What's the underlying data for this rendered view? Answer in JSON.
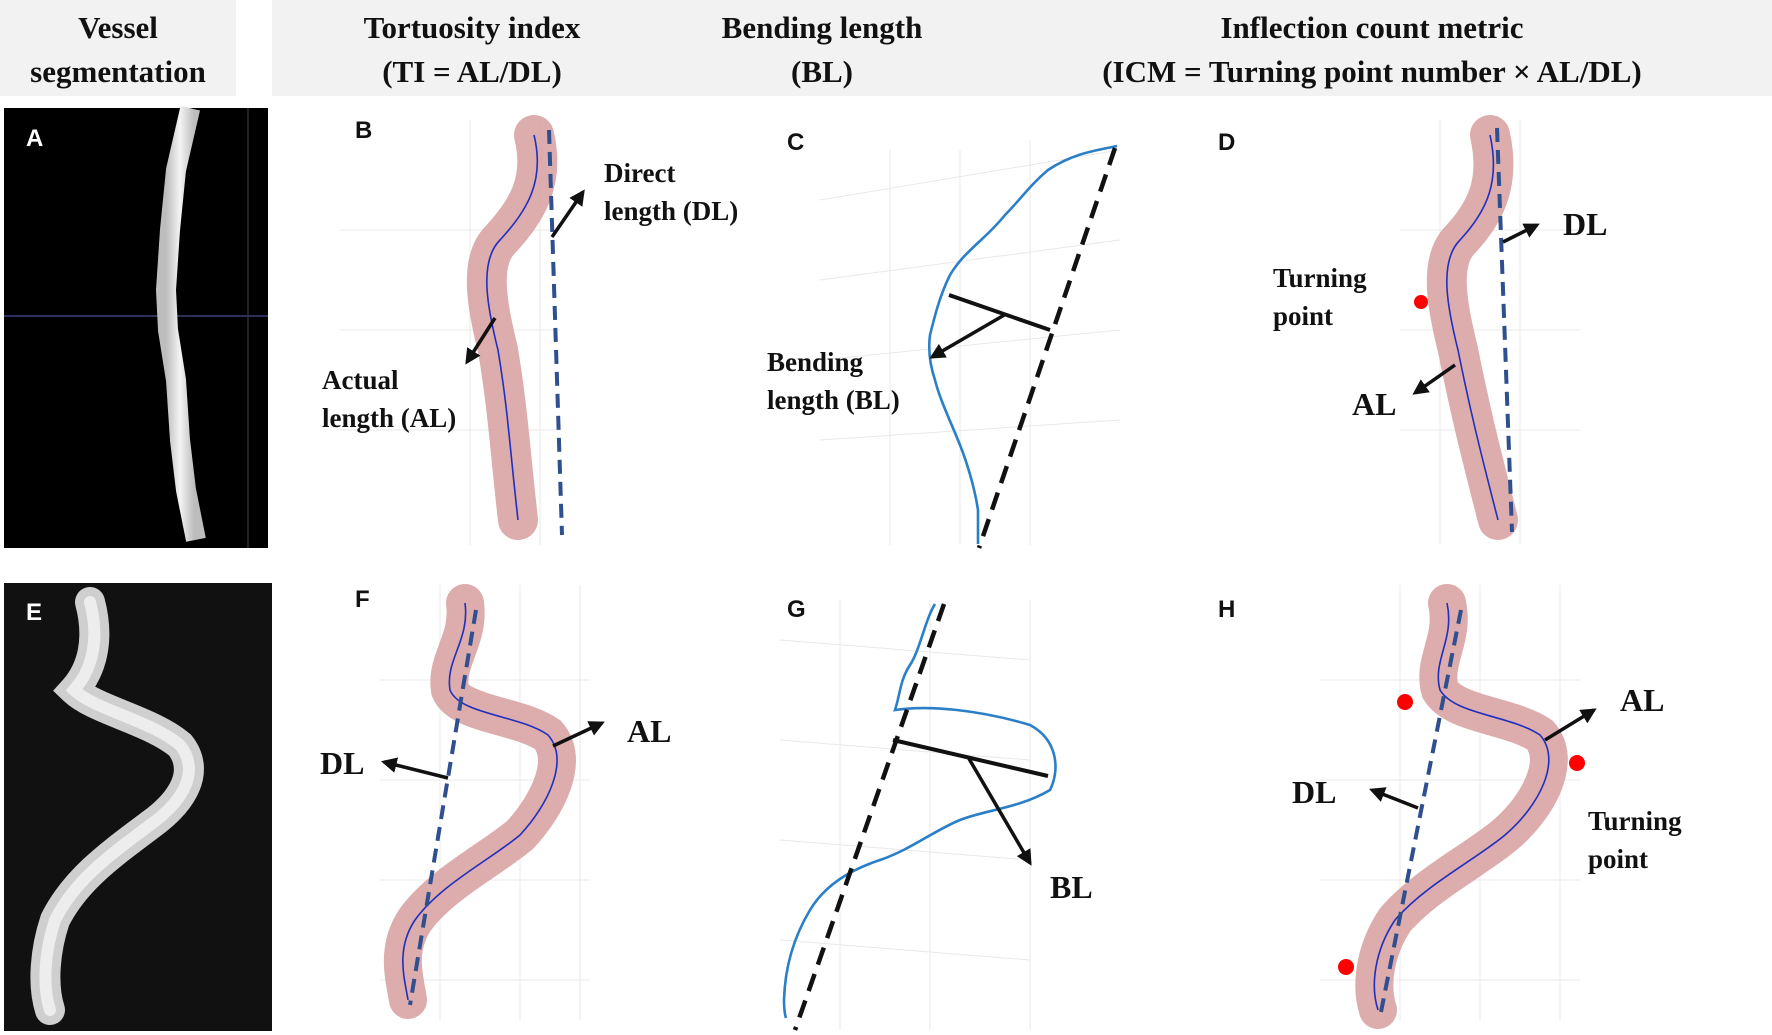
{
  "headers": [
    {
      "key": "seg",
      "lines": [
        "Vessel",
        "segmentation"
      ]
    },
    {
      "key": "ti",
      "lines": [
        "Tortuosity index",
        "(TI = AL/DL)"
      ]
    },
    {
      "key": "bl",
      "lines": [
        "Bending length",
        "(BL)"
      ]
    },
    {
      "key": "icm",
      "lines": [
        "Inflection count metric",
        "(ICM = Turning point number × AL/DL)"
      ]
    }
  ],
  "panels": {
    "A": "A",
    "B": "B",
    "C": "C",
    "D": "D",
    "E": "E",
    "F": "F",
    "G": "G",
    "H": "H"
  },
  "annotations": {
    "b_direct": [
      "Direct",
      "length (DL)"
    ],
    "b_actual": [
      "Actual",
      "length (AL)"
    ],
    "c_bending": [
      "Bending",
      "length (BL)"
    ],
    "d_turning": [
      "Turning",
      "point"
    ],
    "d_dl": "DL",
    "d_al": "AL",
    "f_dl": "DL",
    "f_al": "AL",
    "g_bl": "BL",
    "h_al": "AL",
    "h_dl": "DL",
    "h_turning": [
      "Turning",
      "point"
    ]
  },
  "colors": {
    "vessel_fill": "#d9a3a3",
    "centerline": "#1f2fbf",
    "direct_line": "#2f4f8f",
    "bl_curve": "#2a7fc8",
    "turning_point": "#ff0000",
    "segmentation_bg": "#000000"
  }
}
